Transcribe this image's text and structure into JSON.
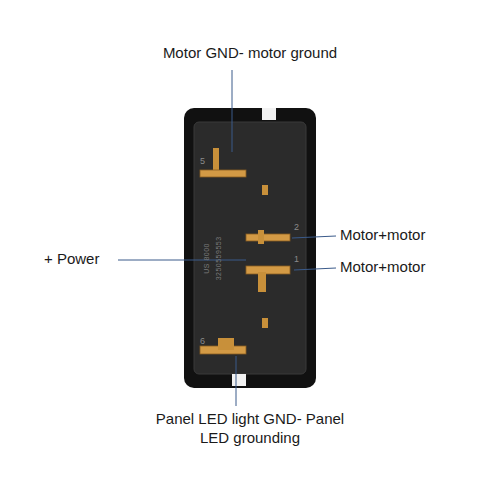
{
  "diagram": {
    "labels": [
      "Motor GND- motor ground",
      "Motor+motor",
      "Motor+motor",
      "+ Power",
      "Panel LED light GND- Panel LED grounding",
      "5",
      "2",
      "1",
      "6",
      "US 8000",
      "3250559553"
    ]
  }
}
